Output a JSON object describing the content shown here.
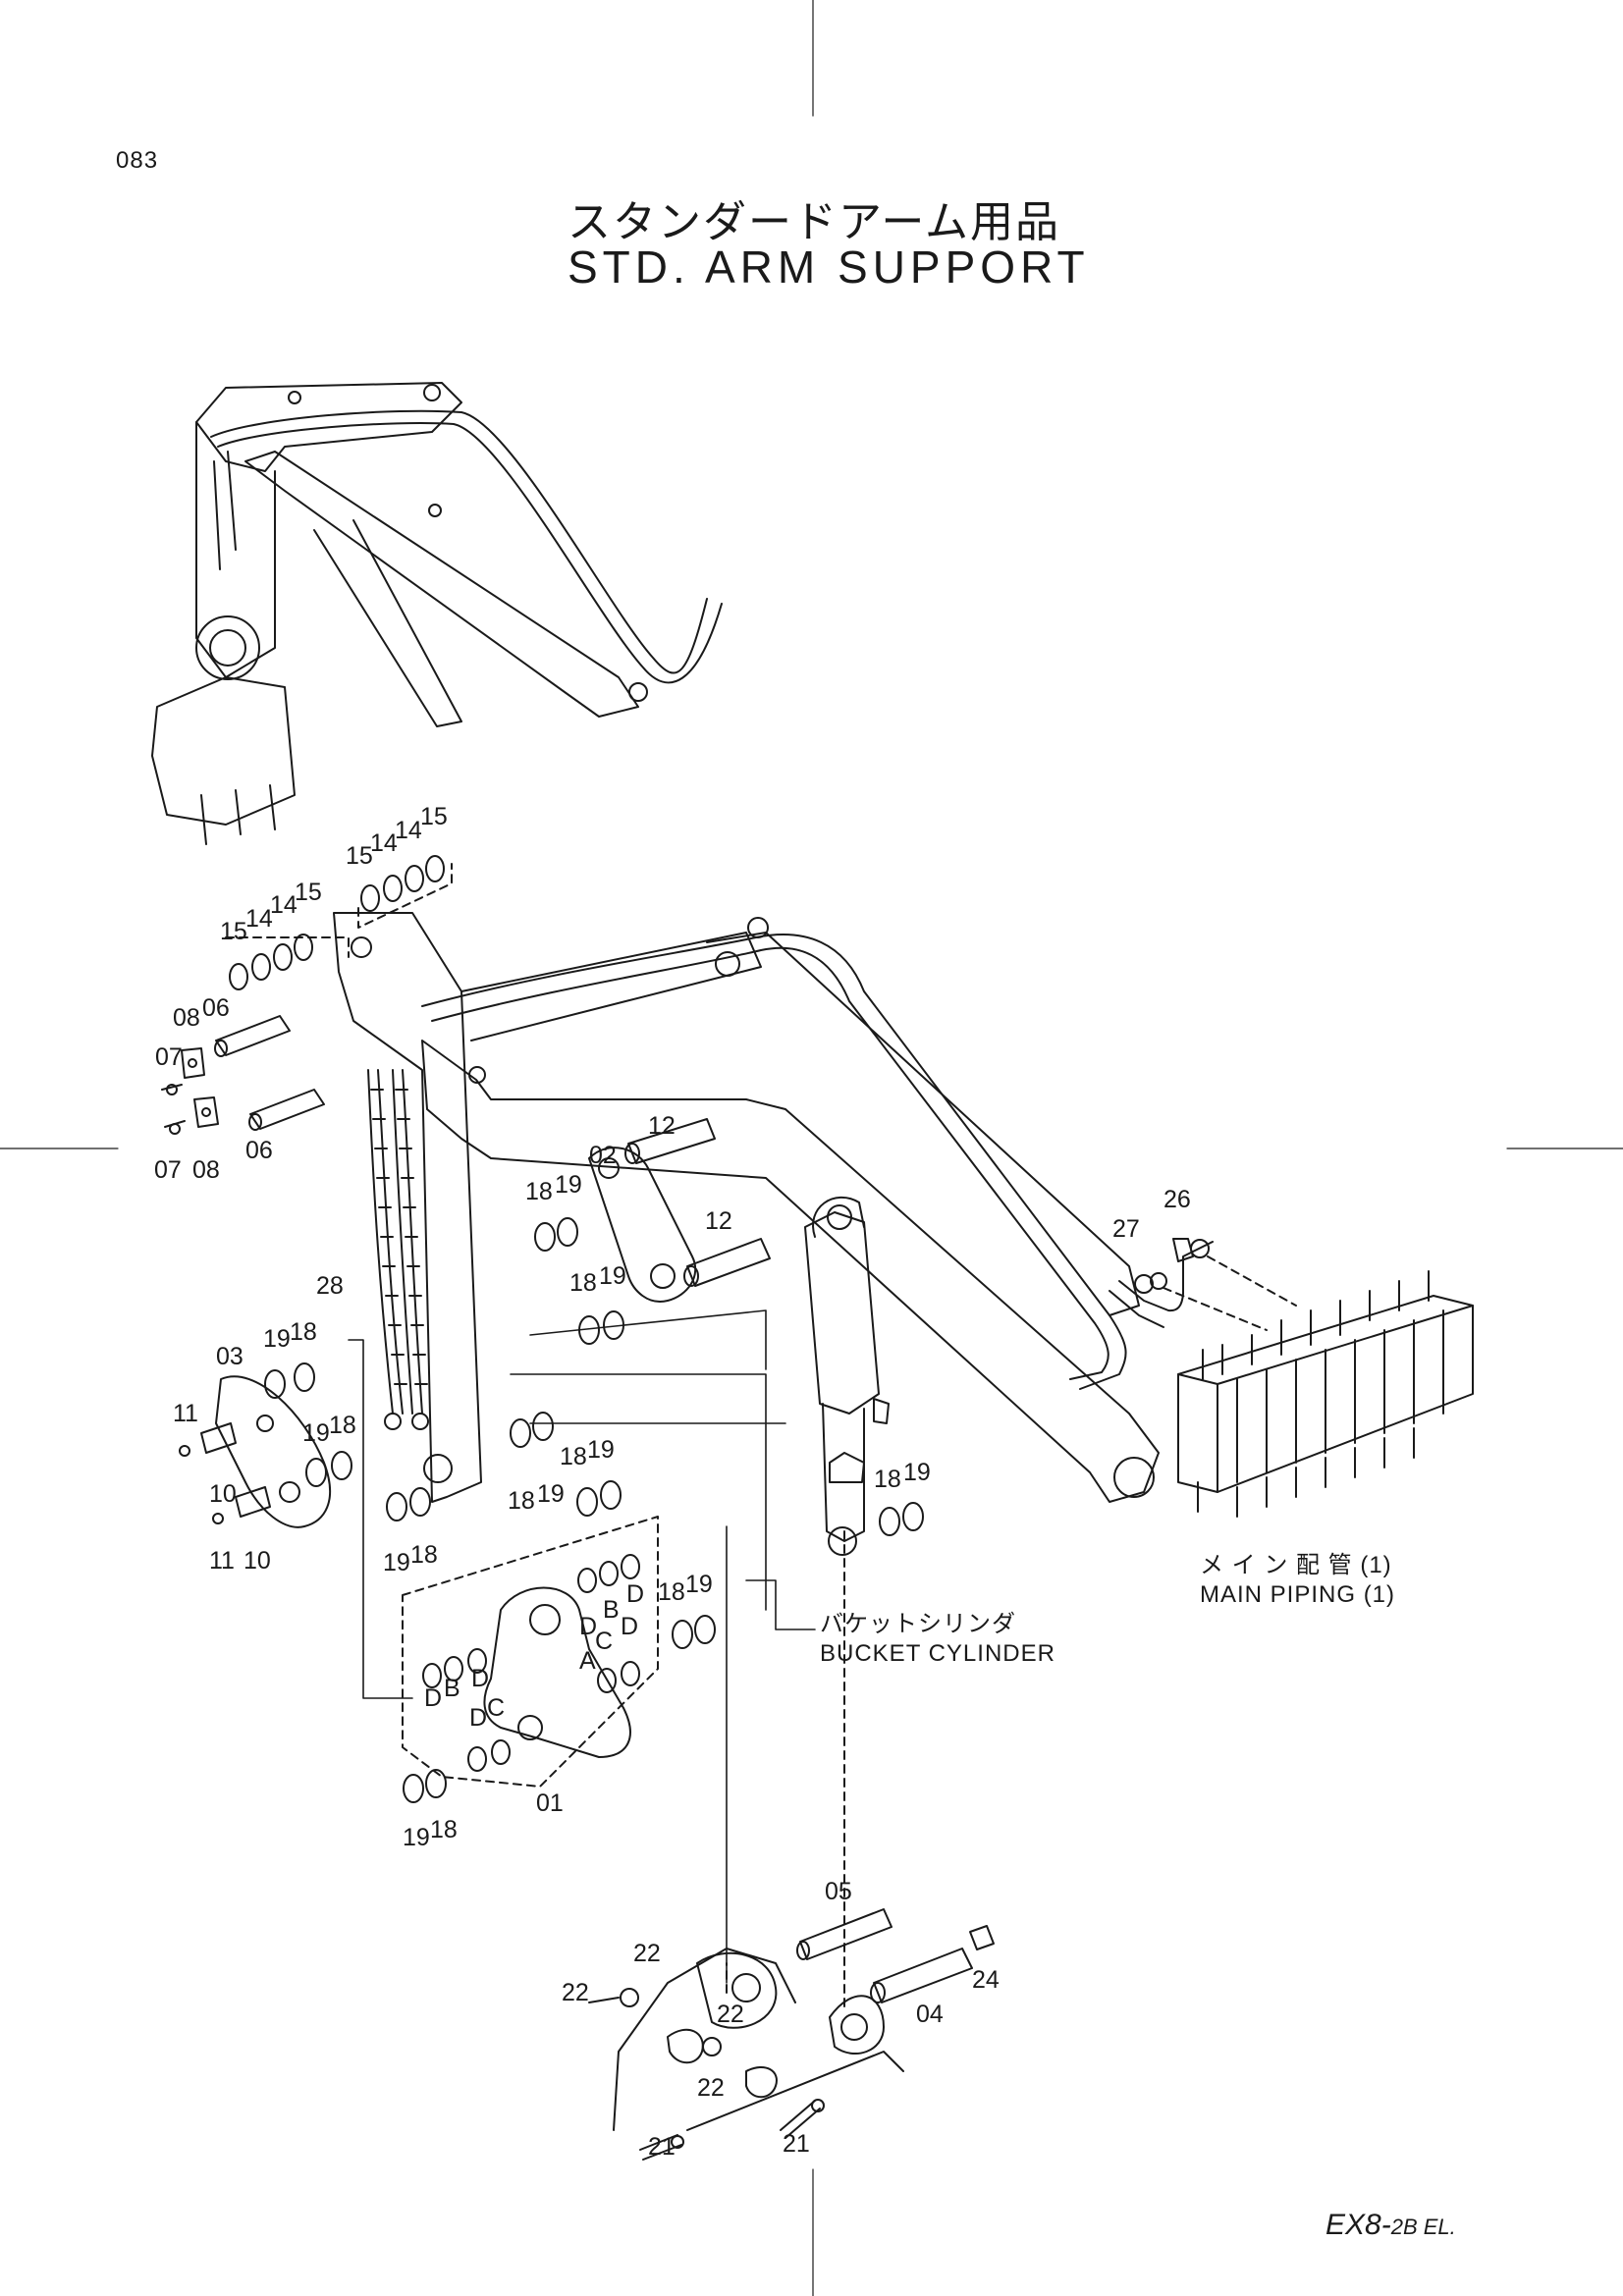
{
  "page": {
    "number": "083",
    "model_main": "EX8-",
    "model_suffix": "2B EL."
  },
  "title": {
    "japanese": "スタンダードアーム用品",
    "english": "STD. ARM  SUPPORT"
  },
  "callouts": {
    "main_piping": {
      "japanese": "メ イ ン 配 管  (1)",
      "english": "MAIN  PIPING  (1)"
    },
    "bucket_cylinder": {
      "japanese": "バケットシリンダ",
      "english": "BUCKET  CYLINDER"
    }
  },
  "part_labels": [
    "15",
    "14",
    "14",
    "15",
    "15",
    "14",
    "14",
    "15",
    "08",
    "06",
    "07",
    "07",
    "08",
    "06",
    "12",
    "18",
    "19",
    "02",
    "12",
    "18",
    "19",
    "26",
    "27",
    "28",
    "03",
    "19",
    "18",
    "11",
    "19",
    "18",
    "10",
    "11",
    "10",
    "18",
    "19",
    "18",
    "19",
    "19",
    "18",
    "18",
    "19",
    "D",
    "B",
    "D",
    "C",
    "D",
    "A",
    "D",
    "B",
    "D",
    "C",
    "D",
    "18",
    "19",
    "01",
    "19",
    "18",
    "05",
    "22",
    "22",
    "24",
    "04",
    "22",
    "22",
    "21",
    "21"
  ]
}
